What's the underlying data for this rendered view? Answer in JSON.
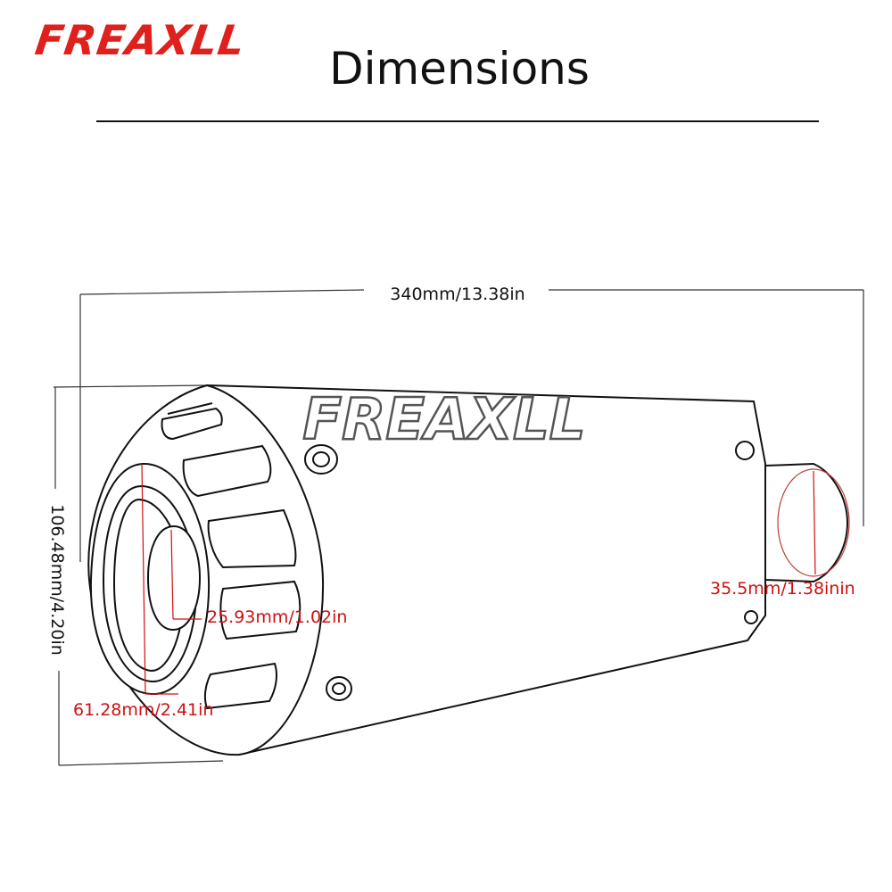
{
  "brand": {
    "logo_text": "FREAXLL",
    "logo_color": "#e0201c",
    "watermark_text": "FREAXLL"
  },
  "page": {
    "title": "Dimensions"
  },
  "dimensions": {
    "length": "340mm/13.38in",
    "height": "106.48mm/4.20in",
    "inner_outlet": "25.93mm/1.02in",
    "outer_outlet": "61.28mm/2.41in",
    "inlet": "35.5mm/1.38inin"
  },
  "colors": {
    "dimension_red": "#d01010",
    "line": "#111111"
  }
}
